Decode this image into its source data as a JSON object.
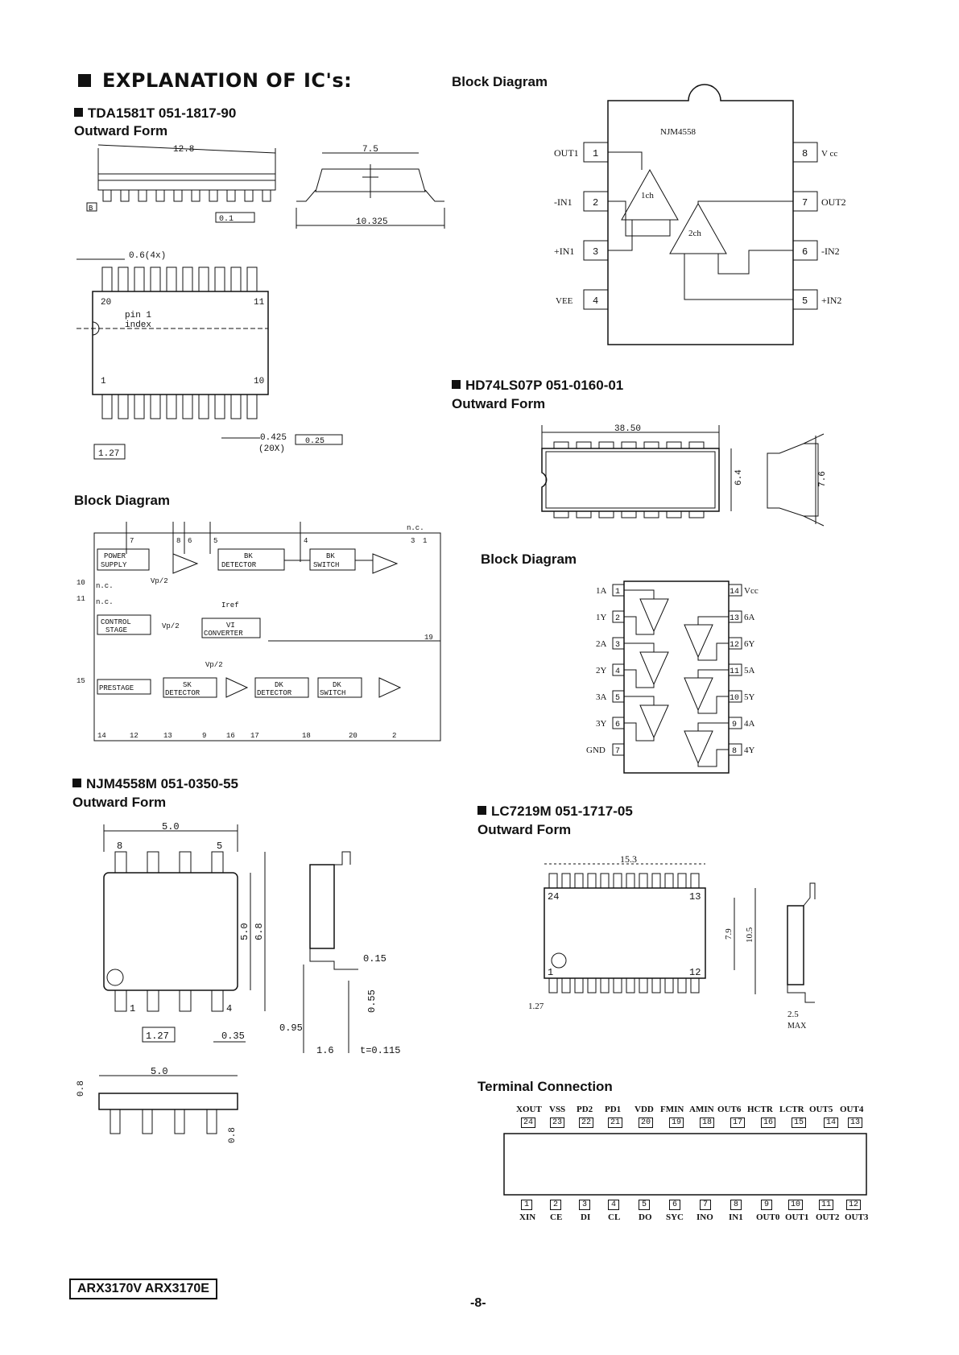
{
  "page": {
    "title": "EXPLANATION OF IC's:",
    "footer_model": "ARX3170V ARX3170E",
    "page_number": "-8-"
  },
  "tda1581t": {
    "heading": "TDA1581T 051-1817-90",
    "outward_label": "Outward Form",
    "block_label": "Block Diagram",
    "dims": {
      "width": "12.8",
      "side_width": "7.5",
      "overall": "10.325",
      "lead_pitch": "0.6(4x)",
      "pitch": "1.27",
      "lead_w": "0.425",
      "lead_count": "(20X)",
      "tol": "0.25",
      "flat": "0.1",
      "datum": "B"
    },
    "pin1_label": "pin 1",
    "index_label": "index",
    "pin_top_left": "20",
    "pin_top_right": "11",
    "pin_bot_left": "1",
    "pin_bot_right": "10",
    "blocks": {
      "power_supply": [
        "POWER",
        "SUPPLY"
      ],
      "control_stage": [
        "CONTROL",
        "STAGE"
      ],
      "prestage": "PRESTAGE",
      "bk_detector": [
        "BK",
        "DETECTOR"
      ],
      "bk_switch": [
        "BK",
        "SWITCH"
      ],
      "vi_converter": [
        "VI",
        "CONVERTER"
      ],
      "sk_detector": [
        "SK",
        "DETECTOR"
      ],
      "dk_detector": [
        "DK",
        "DETECTOR"
      ],
      "dk_switch": [
        "DK",
        "SWITCH"
      ]
    },
    "signals": {
      "vp2": "Vp/2",
      "iref": "Iref",
      "nc": "n.c."
    },
    "pins_top": [
      "7",
      "8",
      "6",
      "5",
      "4",
      "3",
      "1"
    ],
    "pins_left": [
      "10",
      "11",
      "15"
    ],
    "pins_right": [
      "19"
    ],
    "pins_bottom": [
      "14",
      "12",
      "13",
      "9",
      "16",
      "17",
      "18",
      "20",
      "2"
    ]
  },
  "njm4558_block": {
    "label": "Block Diagram",
    "chip": "NJM4558",
    "ch1": "1ch",
    "ch2": "2ch",
    "left_pins": [
      {
        "name": "OUT1",
        "num": "1"
      },
      {
        "name": "-IN1",
        "num": "2"
      },
      {
        "name": "+IN1",
        "num": "3"
      },
      {
        "name": "VEE",
        "num": "4"
      }
    ],
    "right_pins": [
      {
        "name": "V cc",
        "num": "8"
      },
      {
        "name": "OUT2",
        "num": "7"
      },
      {
        "name": "-IN2",
        "num": "6"
      },
      {
        "name": "+IN2",
        "num": "5"
      }
    ]
  },
  "hd74ls07p": {
    "heading": "HD74LS07P 051-0160-01",
    "outward_label": "Outward Form",
    "block_label": "Block Diagram",
    "dims": {
      "length": "38.50",
      "width": "6.4",
      "span": "7.6"
    },
    "left_pins": [
      {
        "name": "1A",
        "num": "1"
      },
      {
        "name": "1Y",
        "num": "2"
      },
      {
        "name": "2A",
        "num": "3"
      },
      {
        "name": "2Y",
        "num": "4"
      },
      {
        "name": "3A",
        "num": "5"
      },
      {
        "name": "3Y",
        "num": "6"
      },
      {
        "name": "GND",
        "num": "7"
      }
    ],
    "right_pins": [
      {
        "name": "Vcc",
        "num": "14"
      },
      {
        "name": "6A",
        "num": "13"
      },
      {
        "name": "6Y",
        "num": "12"
      },
      {
        "name": "5A",
        "num": "11"
      },
      {
        "name": "5Y",
        "num": "10"
      },
      {
        "name": "4A",
        "num": "9"
      },
      {
        "name": "4Y",
        "num": "8"
      }
    ]
  },
  "njm4558m": {
    "heading": "NJM4558M 051-0350-55",
    "outward_label": "Outward Form",
    "dims": {
      "width": "5.0",
      "body": "5.0",
      "overall": "6.8",
      "pitch": "1.27",
      "lead": "0.35",
      "t1": "0.15",
      "h": "0.55",
      "standoff": "0.95",
      "foot": "1.6",
      "thick": "t=0.115",
      "bottom_w": "5.0",
      "bottom_h1": "0.8",
      "bottom_h2": "0.8"
    },
    "pins": {
      "p8": "8",
      "p5": "5",
      "p1": "1",
      "p4": "4"
    }
  },
  "lc7219m": {
    "heading": "LC7219M 051-1717-05",
    "outward_label": "Outward Form",
    "terminal_label": "Terminal Connection",
    "dims": {
      "length": "15.3",
      "body": "7.9",
      "overall": "10.5",
      "pitch": "1.27",
      "max_h": "2.5",
      "max": "MAX"
    },
    "pins": {
      "p24": "24",
      "p13": "13",
      "p1": "1",
      "p12": "12"
    },
    "top_pins": [
      {
        "name": "XOUT",
        "num": "24"
      },
      {
        "name": "VSS",
        "num": "23"
      },
      {
        "name": "PD2",
        "num": "22"
      },
      {
        "name": "PD1",
        "num": "21"
      },
      {
        "name": "VDD",
        "num": "20"
      },
      {
        "name": "FMIN",
        "num": "19"
      },
      {
        "name": "AMIN",
        "num": "18"
      },
      {
        "name": "OUT6",
        "num": "17"
      },
      {
        "name": "HCTR",
        "num": "16"
      },
      {
        "name": "LCTR",
        "num": "15"
      },
      {
        "name": "OUT5",
        "num": "14"
      },
      {
        "name": "OUT4",
        "num": "13"
      }
    ],
    "bottom_pins": [
      {
        "name": "XIN",
        "num": "1"
      },
      {
        "name": "CE",
        "num": "2"
      },
      {
        "name": "DI",
        "num": "3"
      },
      {
        "name": "CL",
        "num": "4"
      },
      {
        "name": "DO",
        "num": "5"
      },
      {
        "name": "SYC",
        "num": "6"
      },
      {
        "name": "INO",
        "num": "7"
      },
      {
        "name": "IN1",
        "num": "8"
      },
      {
        "name": "OUT0",
        "num": "9"
      },
      {
        "name": "OUT1",
        "num": "10"
      },
      {
        "name": "OUT2",
        "num": "11"
      },
      {
        "name": "OUT3",
        "num": "12"
      }
    ]
  }
}
